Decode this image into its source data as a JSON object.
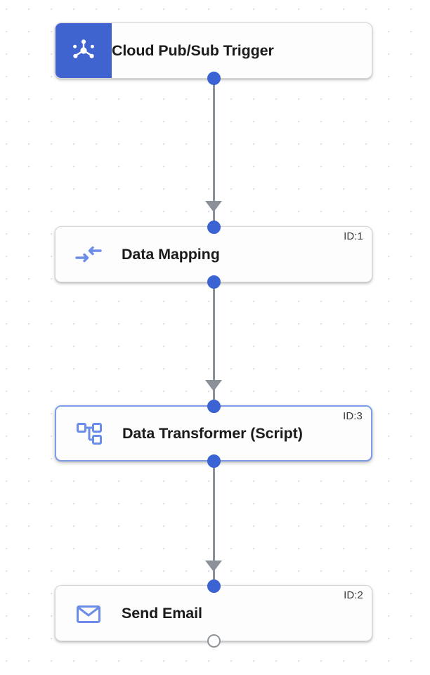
{
  "canvas": {
    "background_color": "#ffffff",
    "grid_dot_color": "#e3e3e5",
    "grid_spacing": "32"
  },
  "theme": {
    "accent_blue": "#3b63d4",
    "trigger_panel_blue": "#3f63cf",
    "icon_blue": "#6b8ce8",
    "selection_blue": "#7d9ce9",
    "connector_gray": "#8b9198",
    "node_background": "#fdfdfd",
    "node_border": "#d7d7da",
    "label_color": "#1b1b1d",
    "id_color": "#3c3c3e"
  },
  "nodes": [
    {
      "label": "Cloud Pub/Sub Trigger",
      "id_label": "",
      "icon": "pubsub-hub-spoke-icon",
      "icon_style": "filled-panel",
      "selected": false,
      "top_port": "none",
      "bottom_port": "filled"
    },
    {
      "label": "Data Mapping",
      "id_label": "ID:1",
      "icon": "data-mapping-converging-arrows-icon",
      "icon_style": "plain",
      "selected": false,
      "top_port": "filled",
      "bottom_port": "filled"
    },
    {
      "label": "Data Transformer (Script)",
      "id_label": "ID:3",
      "icon": "data-transformer-hierarchy-icon",
      "icon_style": "plain",
      "selected": true,
      "top_port": "filled",
      "bottom_port": "filled"
    },
    {
      "label": "Send Email",
      "id_label": "ID:2",
      "icon": "envelope-icon",
      "icon_style": "plain",
      "selected": false,
      "top_port": "filled",
      "bottom_port": "hollow"
    }
  ],
  "edges": [
    {
      "from": "Cloud Pub/Sub Trigger",
      "to": "Data Mapping",
      "arrow": "down"
    },
    {
      "from": "Data Mapping",
      "to": "Data Transformer (Script)",
      "arrow": "down"
    },
    {
      "from": "Data Transformer (Script)",
      "to": "Send Email",
      "arrow": "down"
    }
  ]
}
